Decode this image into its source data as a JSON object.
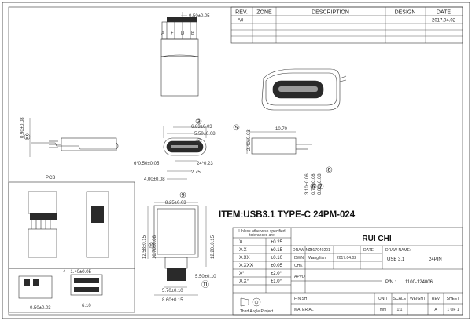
{
  "revision_table": {
    "headers": [
      "REV.",
      "ZONE",
      "DESCRIPTION",
      "DESIGN",
      "DATE"
    ],
    "row": {
      "rev": "A0",
      "date": "2017.04.02"
    }
  },
  "item_title": "ITEM:USB3.1 TYPE-C 24PM-024",
  "dimensions": {
    "d050": "0.50±0.05",
    "d683": "6.83±0.03",
    "d550": "5.50±0.08",
    "d090": "0.90±0.08",
    "d240": "2.40±0.03",
    "d1070": "10.70",
    "d6x050": "6*0.50±0.05",
    "d24x023": "24*0.23",
    "d275": "2.75",
    "d400": "4.00±0.08",
    "d310": "3.10±0.06",
    "d070": "0.70±0.08",
    "d080": "0.80±0.08",
    "d825": "8.25±0.03",
    "d1258": "12.58±0.15",
    "d1070b": "10.70±0.08",
    "d1220": "12.20±0.15",
    "d550b": "5.50±0.10",
    "d570": "5.70±0.10",
    "d860": "8.60±0.15",
    "d140": "4—1.40±0.05",
    "d610": "6.10",
    "d050b": "0.50±0.03"
  },
  "callouts": [
    "③",
    "④",
    "⑤",
    "②",
    "⑥⑦",
    "⑧",
    "⑨",
    "⑩",
    "⑪"
  ],
  "pin_labels": [
    "A",
    "+",
    "D",
    "B"
  ],
  "pcb_label": "PCB",
  "title_block": {
    "tolerance_header": "Unless otherwise specified\ntolerances are",
    "tolerances": [
      {
        "k": "X.",
        "v": "±0.25"
      },
      {
        "k": "X.X",
        "v": "±0.15"
      },
      {
        "k": "X.XX",
        "v": "±0.10"
      },
      {
        "k": "X.XXX",
        "v": "±0.05"
      },
      {
        "k": "X°",
        "v": "±2.0°"
      },
      {
        "k": "X.X°",
        "v": "±1.0°"
      }
    ],
    "company": "RUI CHI",
    "draw_no_label": "DRAW NO.",
    "draw_no": "2017040201",
    "date_label": "DATE",
    "drawing_name_label": "DRAW NAME:",
    "drawing_name": "USB 3.1",
    "drawing_pins": "24PIN",
    "dwn_label": "DWN",
    "dwn_name": "Wang lian",
    "dwn_date": "2017.04.02",
    "chk_label": "CHK",
    "apvd_label": "APVD",
    "pn_label": "P/N :",
    "pn": "1100-124006",
    "third_angle": "Third Angle Project",
    "finish_label": "FINISH",
    "material_label": "MATERIAL",
    "unit_label": "UNIT",
    "scale_label": "SCALE",
    "weight_label": "WEIGHT",
    "rev_label": "REV",
    "sheet_label": "SHEET",
    "unit": "mm",
    "scale": "1:1",
    "rev": "A",
    "sheet": "1 OF 1"
  },
  "colors": {
    "line": "#333333",
    "thin": "#555555",
    "fill_dark": "#2a2a2a",
    "fill_mid": "#9a9a9a"
  }
}
